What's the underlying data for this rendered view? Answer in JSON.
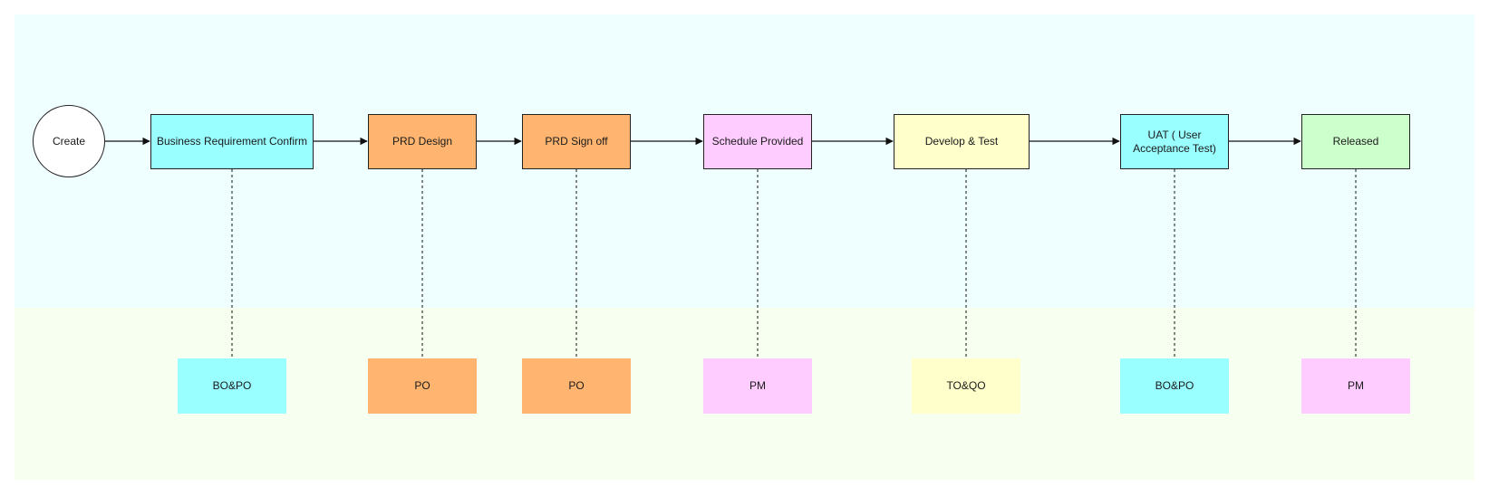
{
  "start": {
    "label": "Create"
  },
  "steps": [
    {
      "label": "Business Requirement Confirm",
      "color": "#99ffff"
    },
    {
      "label": "PRD Design",
      "color": "#ffb570"
    },
    {
      "label": "PRD Sign off",
      "color": "#ffb570"
    },
    {
      "label": "Schedule Provided",
      "color": "#ffccff"
    },
    {
      "label": "Develop & Test",
      "color": "#ffffcc"
    },
    {
      "label": "UAT ( User Acceptance Test)",
      "color": "#99ffff"
    },
    {
      "label": "Released",
      "color": "#ccffcc"
    }
  ],
  "roles": [
    {
      "label": "BO&PO",
      "color": "#99ffff"
    },
    {
      "label": "PO",
      "color": "#ffb570"
    },
    {
      "label": "PO",
      "color": "#ffb570"
    },
    {
      "label": "PM",
      "color": "#ffccff"
    },
    {
      "label": "TO&QO",
      "color": "#ffffcc"
    },
    {
      "label": "BO&PO",
      "color": "#99ffff"
    },
    {
      "label": "PM",
      "color": "#ffccff"
    }
  ],
  "colors": {
    "lane_top": "#efffff",
    "lane_bottom": "#f7fff0",
    "stroke": "#222222"
  }
}
